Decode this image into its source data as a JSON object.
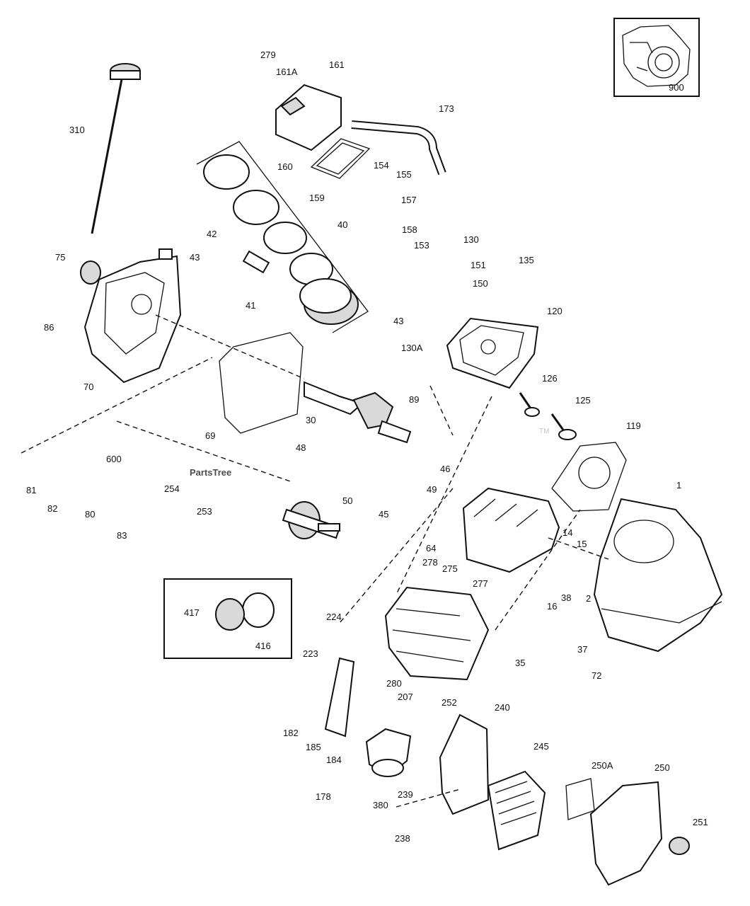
{
  "watermark": "PartsTree",
  "trademark": "TM",
  "part_labels": [
    "279",
    "161A",
    "161",
    "173",
    "310",
    "160",
    "159",
    "154",
    "155",
    "157",
    "42",
    "40",
    "158",
    "130",
    "135",
    "43",
    "75",
    "153",
    "151",
    "150",
    "86",
    "41",
    "130A",
    "120",
    "70",
    "69",
    "30",
    "89",
    "126",
    "125",
    "119",
    "600",
    "48",
    "46",
    "81",
    "254",
    "49",
    "1",
    "82",
    "253",
    "45",
    "50",
    "80",
    "14",
    "64",
    "15",
    "83",
    "278",
    "275",
    "2",
    "277",
    "38",
    "16",
    "417",
    "224",
    "37",
    "416",
    "223",
    "35",
    "72",
    "280",
    "207",
    "252",
    "240",
    "182",
    "245",
    "185",
    "184",
    "250A",
    "250",
    "178",
    "380",
    "239",
    "238",
    "251",
    "900"
  ],
  "inset_label": "900"
}
